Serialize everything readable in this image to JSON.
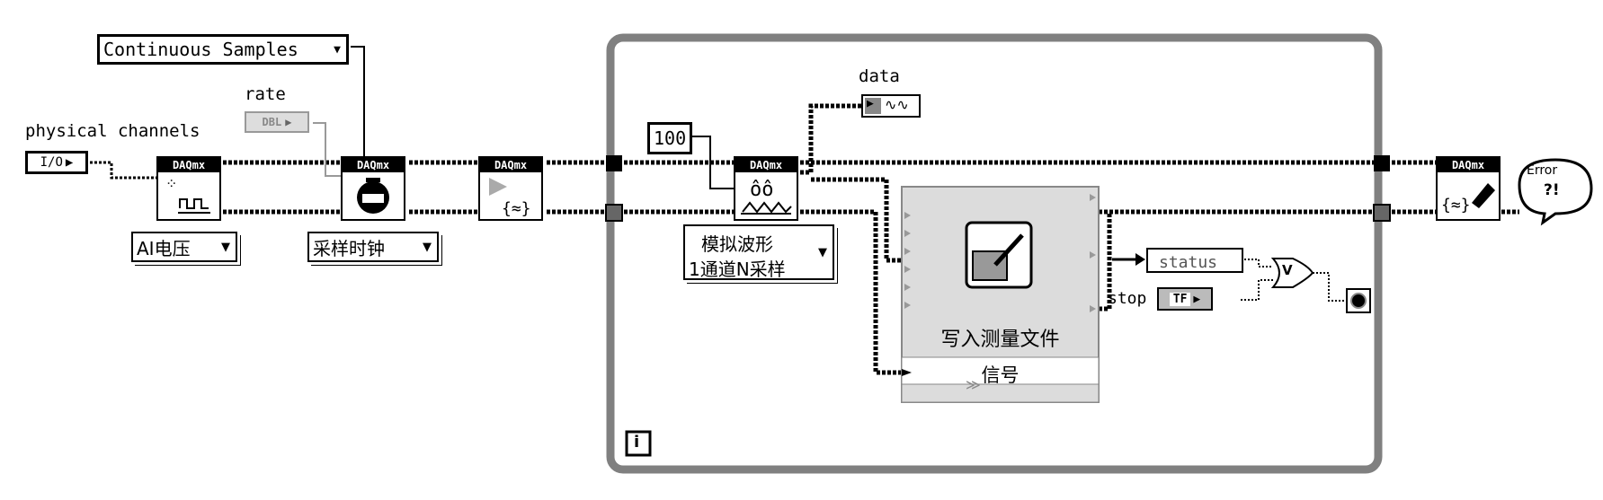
{
  "controls": {
    "sample_mode": "Continuous Samples",
    "rate_label": "rate",
    "rate_type": "DBL",
    "physical_channels_label": "physical channels",
    "physical_channels_type": "I/O",
    "ai_voltage": "AI电压",
    "sample_clock": "采样时钟",
    "samples_constant": "100",
    "read_mode_line1": "模拟波形",
    "read_mode_line2": "1通道N采样",
    "data_label": "data",
    "status_label": "status",
    "stop_label": "stop",
    "stop_type": "TF"
  },
  "nodes": {
    "daqmx_header": "DAQmx",
    "write_file_title": "写入测量文件",
    "write_file_input": "信号",
    "error_text_1": "Error",
    "error_text_2": "?!",
    "or_symbol": "V",
    "loop_iteration": "i"
  },
  "colors": {
    "loop_border": "#808080",
    "wire_dark": "#444444",
    "terminal_fill": "#c8c8c8"
  }
}
